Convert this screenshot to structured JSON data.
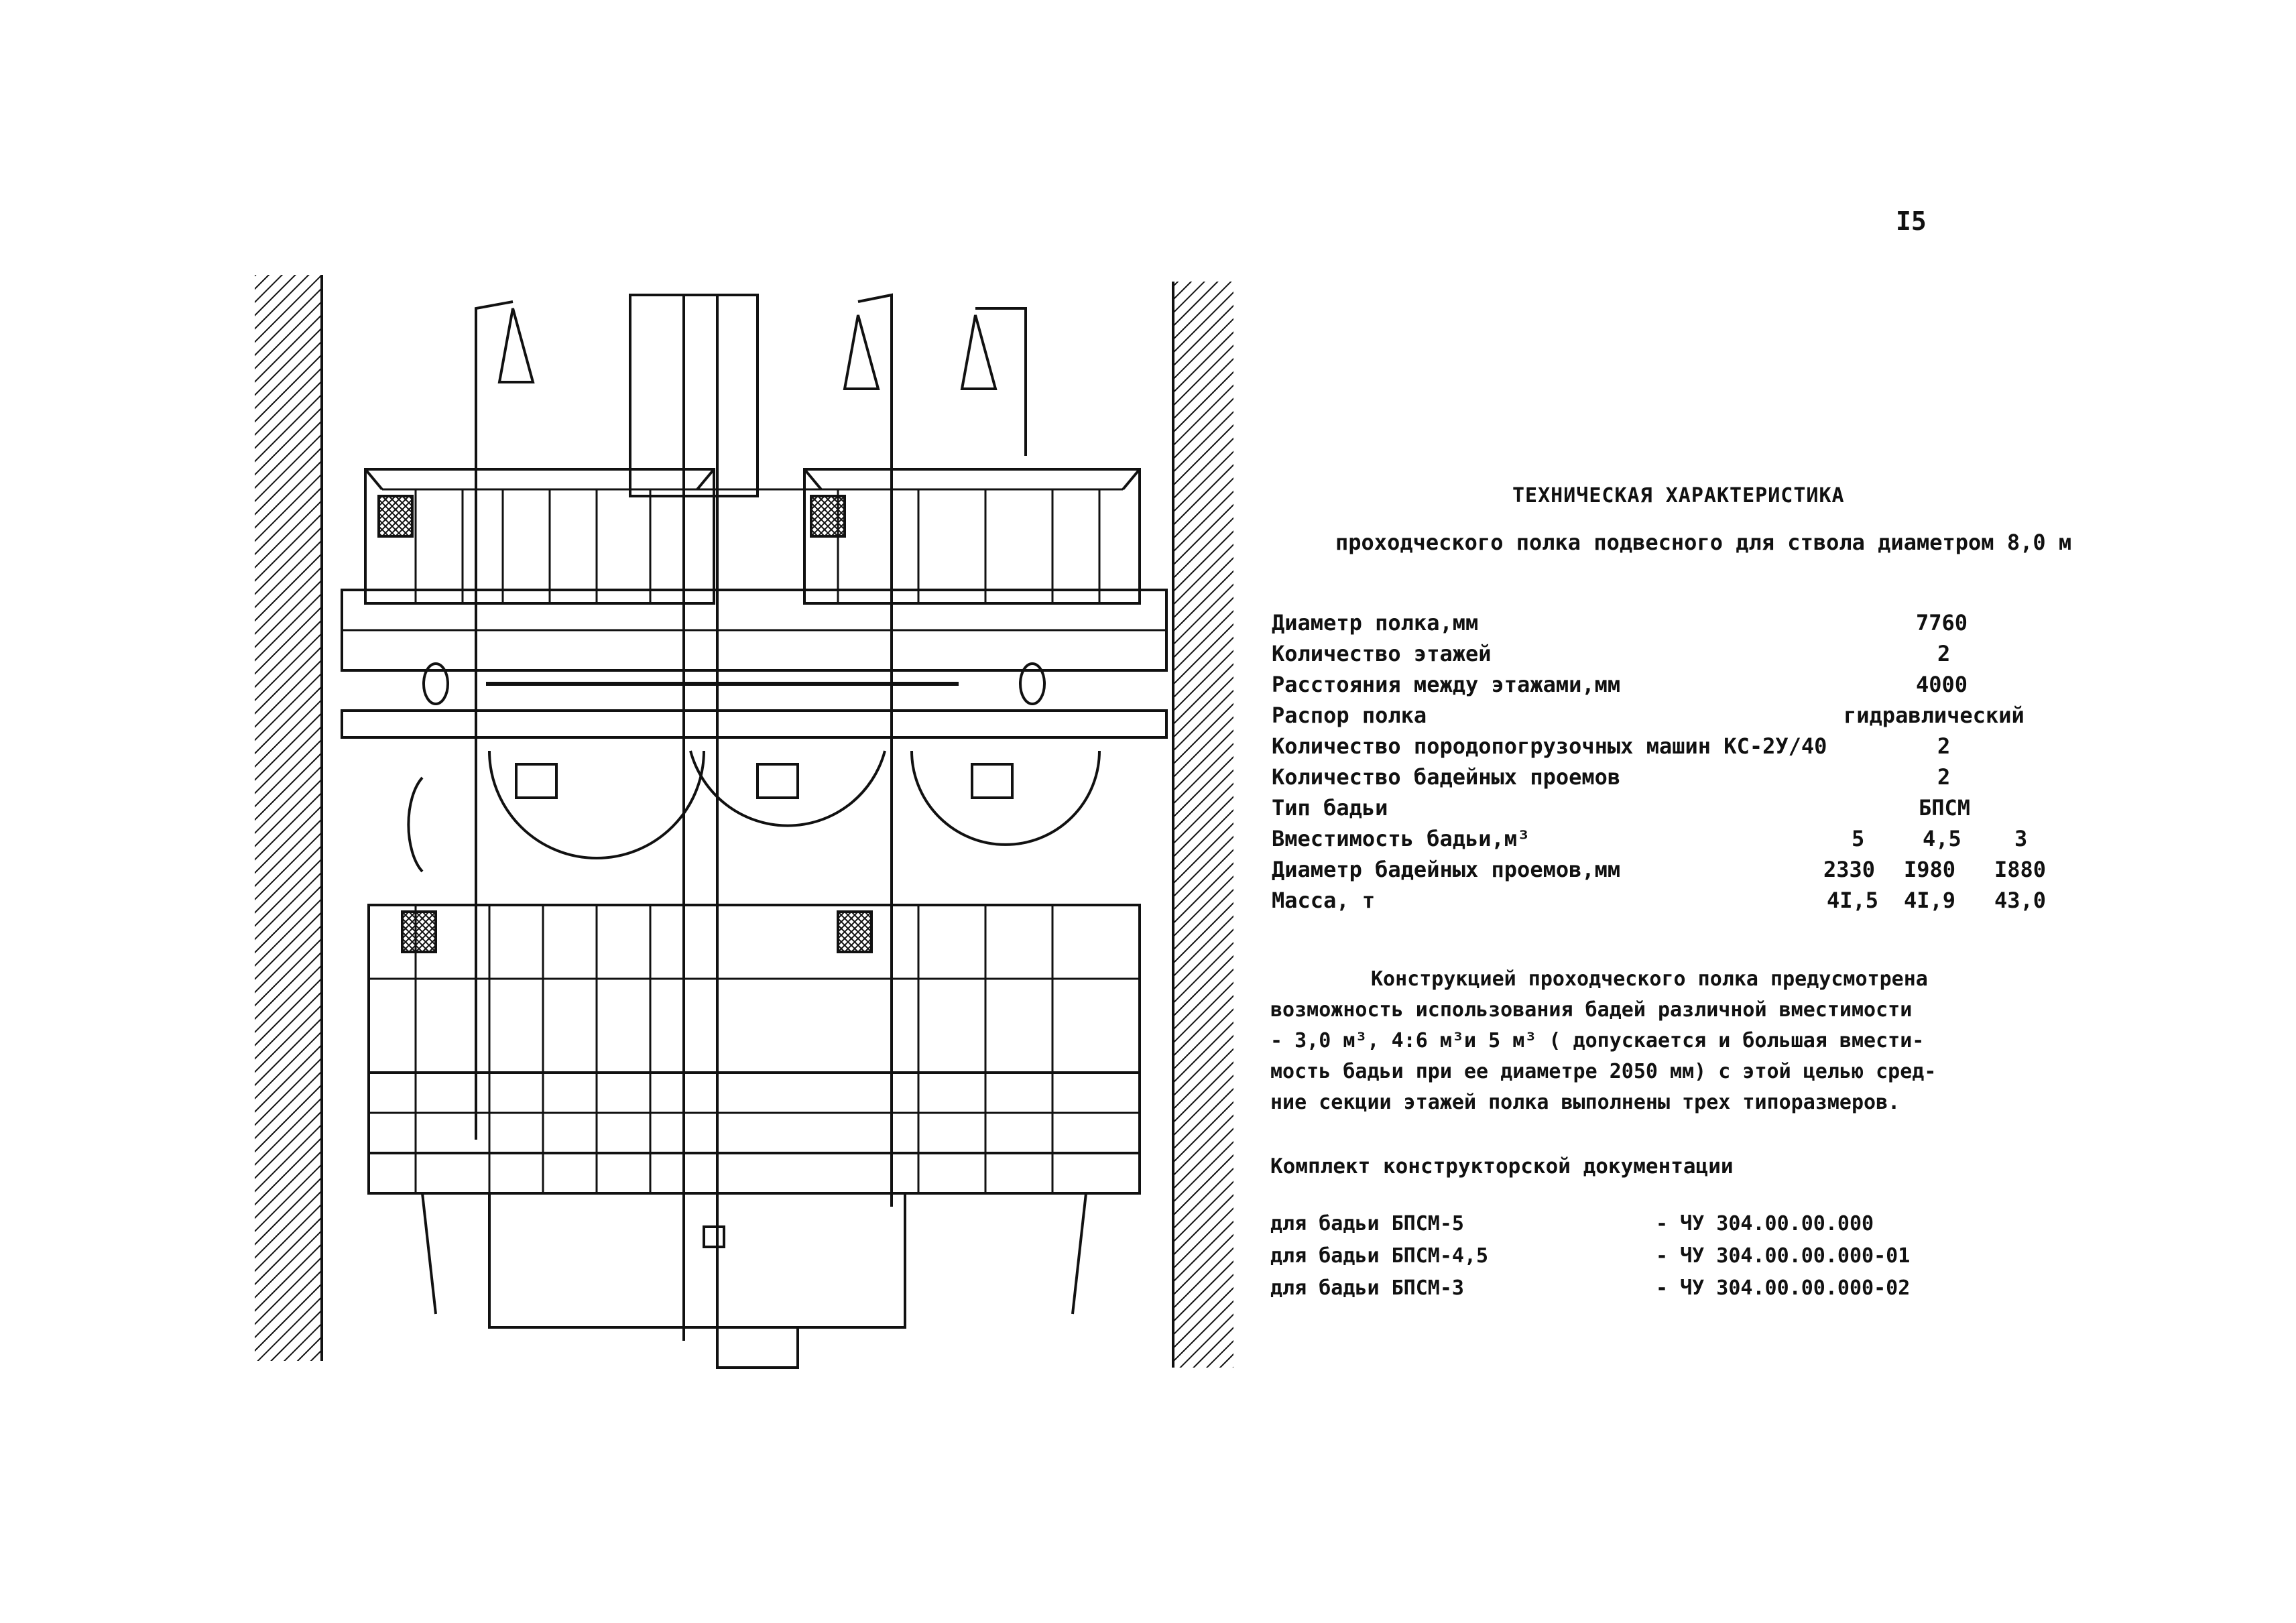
{
  "page_number": "I5",
  "title": "ТЕХНИЧЕСКАЯ ХАРАКТЕРИСТИКА",
  "subtitle": "проходческого полка подвесного для ствола диаметром 8,0 м",
  "specs": [
    {
      "label": "Диаметр полка,мм",
      "values": [
        "7760"
      ]
    },
    {
      "label": "Количество этажей",
      "values": [
        "2"
      ]
    },
    {
      "label": "Расстояния между этажами,мм",
      "values": [
        "4000"
      ]
    },
    {
      "label": "Распор полка",
      "values": [
        "гидравлический"
      ]
    },
    {
      "label": "Количество породопогрузочных машин КС-2У/40",
      "values": [
        "2"
      ]
    },
    {
      "label": "Количество бадейных проемов",
      "values": [
        "2"
      ]
    },
    {
      "label": "Тип бадьи",
      "values": [
        "БПСМ"
      ]
    },
    {
      "label": "Вместимость бадьи,м³",
      "values": [
        "5",
        "4,5",
        "3"
      ]
    },
    {
      "label": "Диаметр бадейных проемов,мм",
      "values": [
        "2330",
        "I980",
        "I880"
      ]
    },
    {
      "label": "Масса, т",
      "values": [
        "4I,5",
        "4I,9",
        "43,0"
      ]
    }
  ],
  "paragraph": {
    "lines": [
      "Конструкцией проходческого полка предусмотрена",
      "возможность использования бадей различной вместимости",
      "- 3,0 м³, 4:6 м³и 5 м³ ( допускается и большая вмести-",
      "мость бадьи при ее диаметре 2050 мм) с этой целью сред-",
      "ние секции этажей полка выполнены трех типоразмеров."
    ]
  },
  "docs": {
    "title": "Комплект конструкторской документации",
    "items": [
      {
        "label": "для бадьи БПСМ-5",
        "code": "- ЧУ 304.00.00.000"
      },
      {
        "label": "для бадьи БПСМ-4,5",
        "code": "- ЧУ 304.00.00.000-01"
      },
      {
        "label": "для бадьи БПСМ-3",
        "code": "- ЧУ 304.00.00.000-02"
      }
    ]
  }
}
